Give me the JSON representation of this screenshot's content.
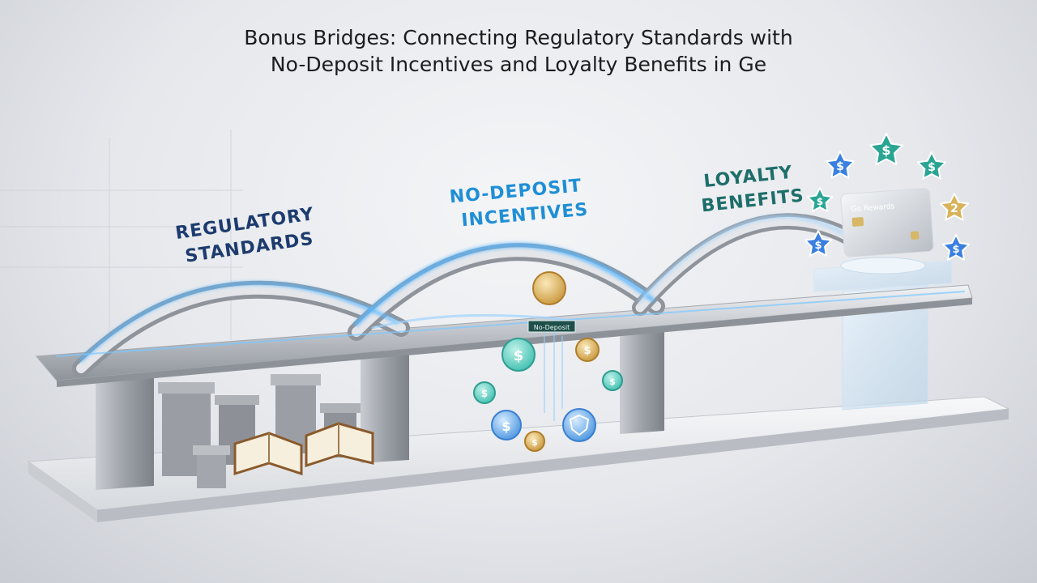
{
  "title": {
    "line1": "Bonus Bridges: Connecting Regulatory Standards with",
    "line2": "No-Deposit Incentives and Loyalty Benefits in Ge"
  },
  "labels": {
    "regulatory": {
      "line1": "REGULATORY",
      "line2": "STANDARDS"
    },
    "nodeposit": {
      "line1": "NO-DEPOSIT",
      "line2": "INCENTIVES"
    },
    "loyalty": {
      "line1": "LOYALTY",
      "line2": "BENEFITS"
    }
  },
  "signs": {
    "nodeposit_sign": "No-Deposit"
  },
  "card": {
    "brand": "Go Rewards"
  },
  "badges": {
    "dollar": "$",
    "two": "2"
  },
  "colors": {
    "regulatory": "#1d3b6e",
    "nodeposit": "#1f8fd6",
    "loyalty": "#1e6e6a",
    "teal_coin": "#3fbfb0",
    "gold_coin": "#d9b25a",
    "blue_star": "#3a7fe0",
    "teal_star": "#2aa594",
    "glow": "#5ab8ff"
  }
}
